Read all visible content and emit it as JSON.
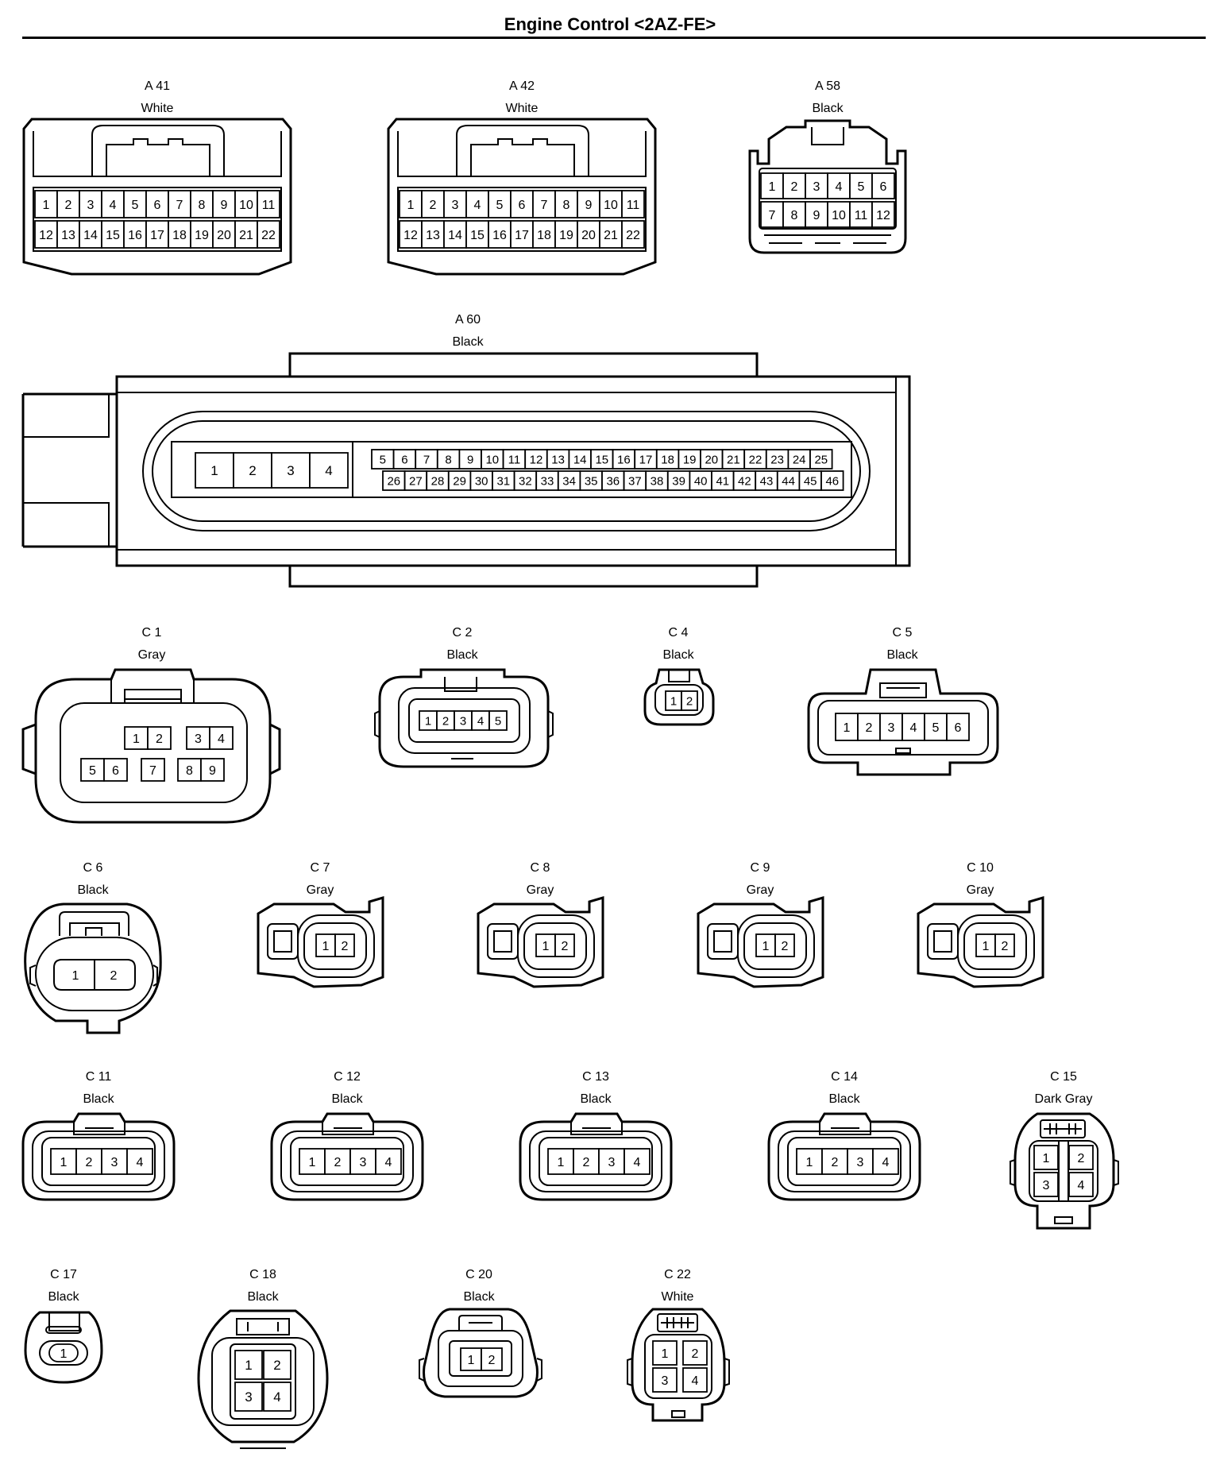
{
  "title": "Engine Control <2AZ-FE>",
  "connectors": {
    "A41": {
      "code": "A 41",
      "color": "White"
    },
    "A42": {
      "code": "A 42",
      "color": "White"
    },
    "A58": {
      "code": "A 58",
      "color": "Black"
    },
    "A60": {
      "code": "A 60",
      "color": "Black"
    },
    "C1": {
      "code": "C 1",
      "color": "Gray"
    },
    "C2": {
      "code": "C 2",
      "color": "Black"
    },
    "C4": {
      "code": "C 4",
      "color": "Black"
    },
    "C5": {
      "code": "C 5",
      "color": "Black"
    },
    "C6": {
      "code": "C 6",
      "color": "Black"
    },
    "C7": {
      "code": "C 7",
      "color": "Gray"
    },
    "C8": {
      "code": "C 8",
      "color": "Gray"
    },
    "C9": {
      "code": "C 9",
      "color": "Gray"
    },
    "C10": {
      "code": "C 10",
      "color": "Gray"
    },
    "C11": {
      "code": "C 11",
      "color": "Black"
    },
    "C12": {
      "code": "C 12",
      "color": "Black"
    },
    "C13": {
      "code": "C 13",
      "color": "Black"
    },
    "C14": {
      "code": "C 14",
      "color": "Black"
    },
    "C15": {
      "code": "C 15",
      "color": "Dark Gray"
    },
    "C17": {
      "code": "C 17",
      "color": "Black"
    },
    "C18": {
      "code": "C 18",
      "color": "Black"
    },
    "C20": {
      "code": "C 20",
      "color": "Black"
    },
    "C22": {
      "code": "C 22",
      "color": "White"
    }
  }
}
